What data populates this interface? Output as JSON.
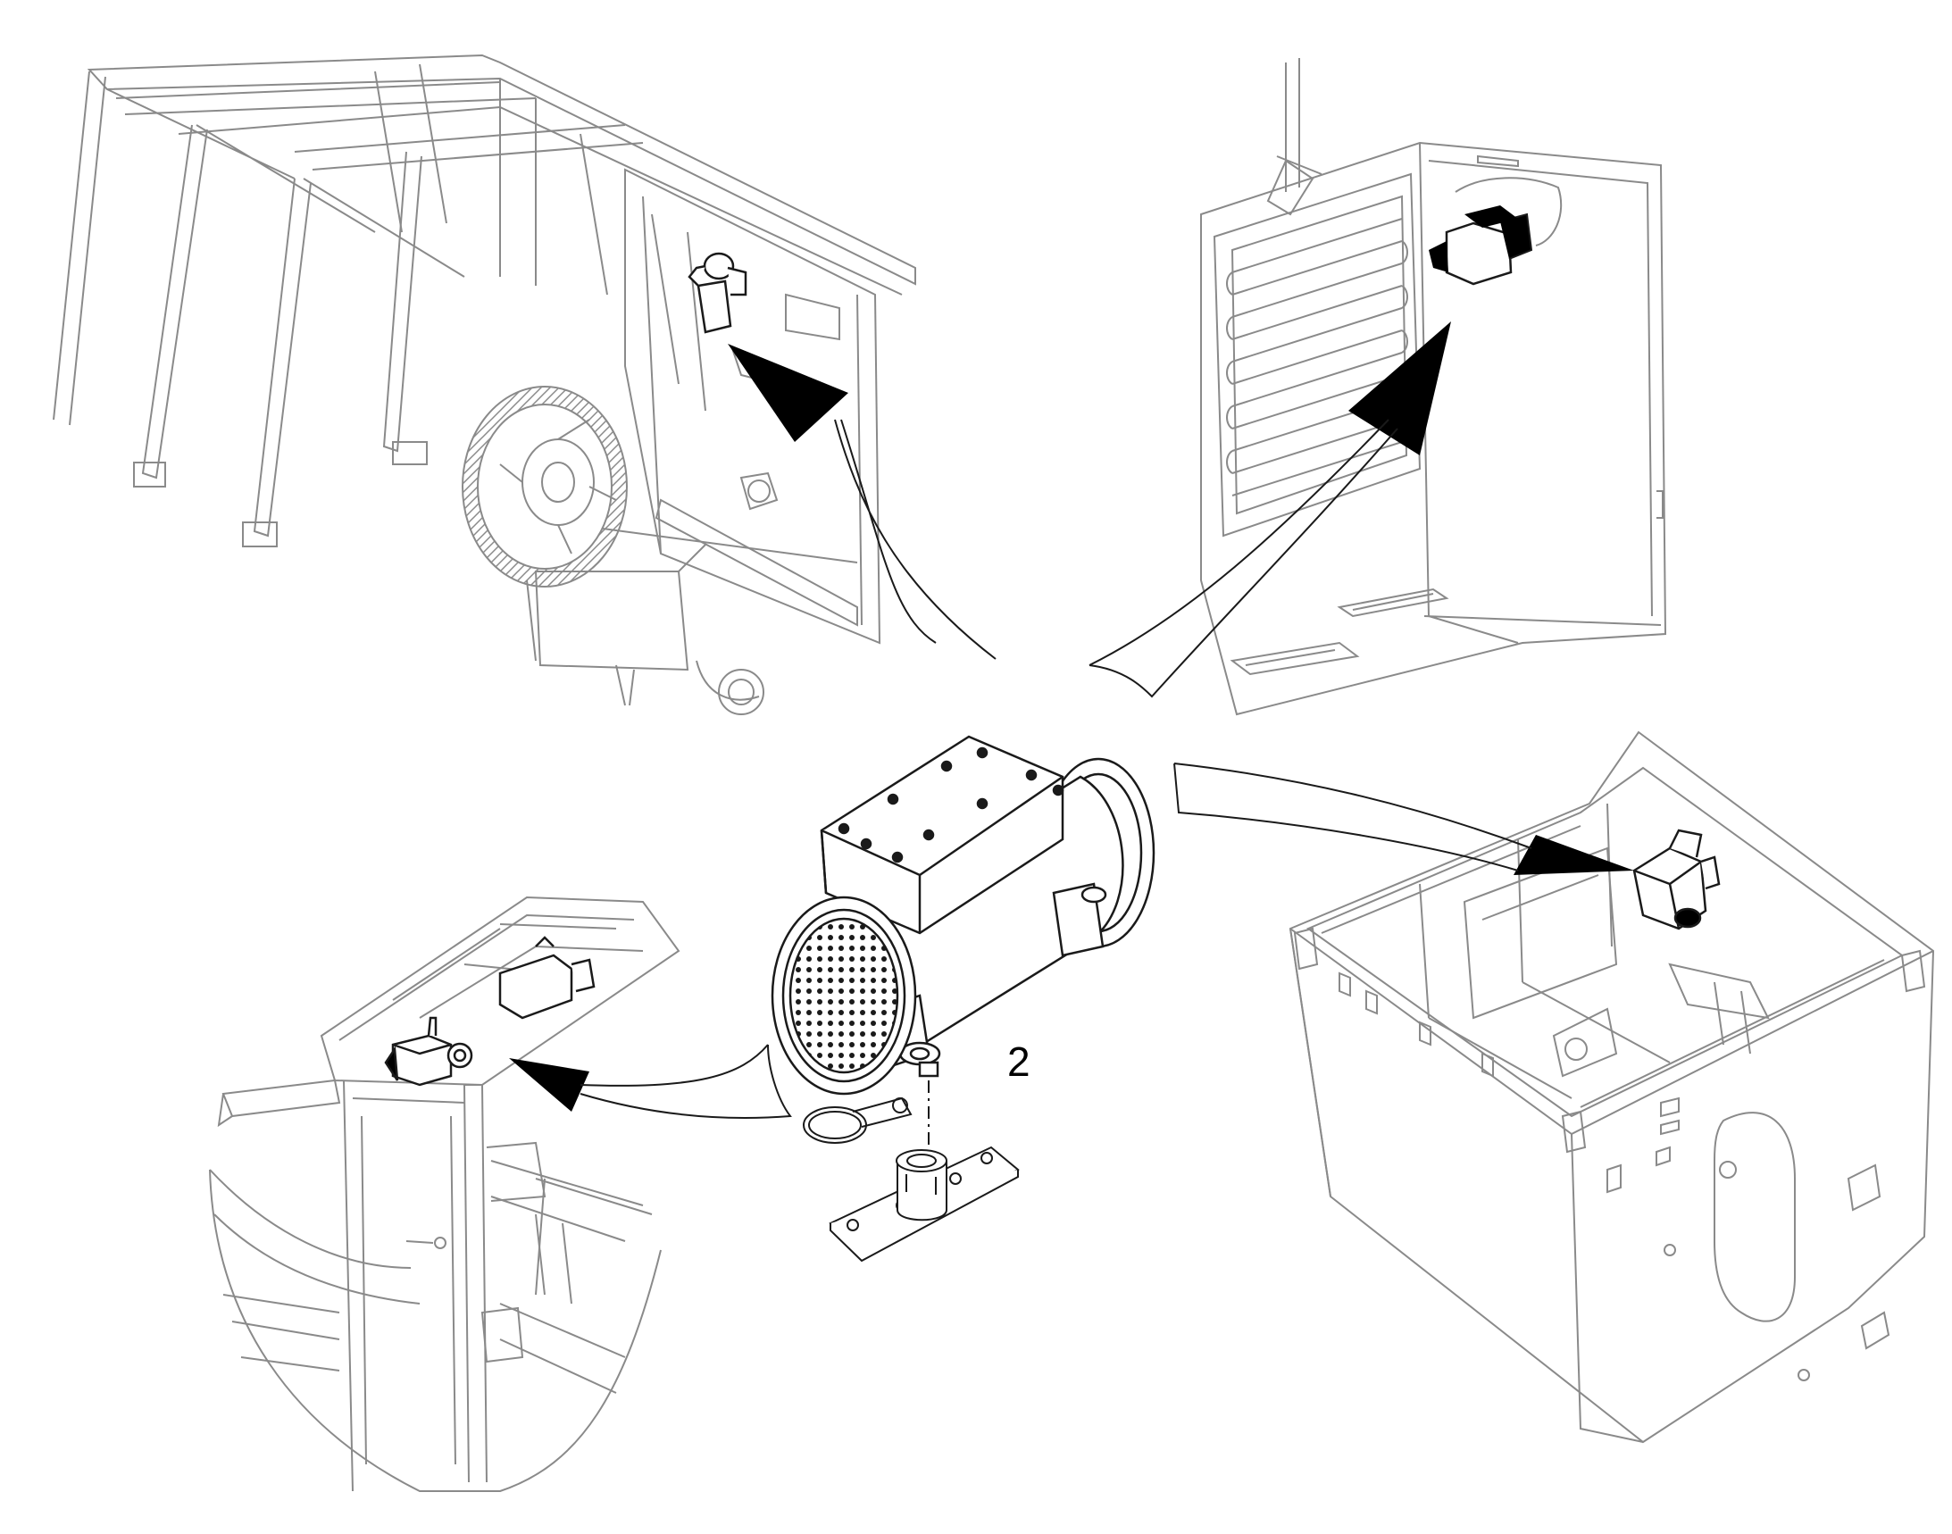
{
  "callout_label": "2",
  "colors": {
    "line_gray": "#8a8a8a",
    "line_dark": "#1a1a1a",
    "fill_black": "#000000",
    "fill_white": "#ffffff"
  },
  "views": [
    {
      "id": "top-left",
      "depicts": "frame-with-fan-wheel"
    },
    {
      "id": "top-right",
      "depicts": "panel-with-radiator"
    },
    {
      "id": "bottom-left",
      "depicts": "cabinet-top-cutaway"
    },
    {
      "id": "bottom-right",
      "depicts": "enclosure-box"
    },
    {
      "id": "center",
      "depicts": "generator-with-mount"
    }
  ]
}
